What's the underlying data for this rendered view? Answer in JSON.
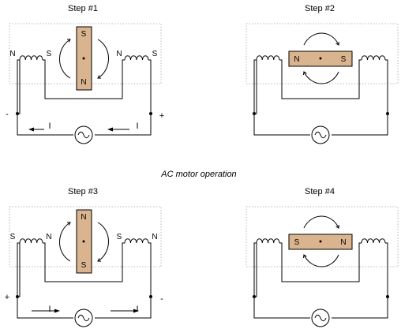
{
  "caption": "AC motor operation",
  "panels": [
    {
      "title": "Step #1",
      "rotor": "vertical",
      "rotor_top": "S",
      "rotor_bottom": "N",
      "left_coil_outer": "N",
      "left_coil_inner": "S",
      "right_coil_inner": "N",
      "right_coil_outer": "S",
      "left_terminal": "-",
      "right_terminal": "+",
      "current_label": "I",
      "current_direction": "left"
    },
    {
      "title": "Step #2",
      "rotor": "horizontal",
      "rotor_left": "N",
      "rotor_right": "S"
    },
    {
      "title": "Step #3",
      "rotor": "vertical",
      "rotor_top": "N",
      "rotor_bottom": "S",
      "left_coil_outer": "S",
      "left_coil_inner": "N",
      "right_coil_inner": "S",
      "right_coil_outer": "N",
      "left_terminal": "+",
      "right_terminal": "-",
      "current_label": "I",
      "current_direction": "right"
    },
    {
      "title": "Step #4",
      "rotor": "horizontal",
      "rotor_left": "S",
      "rotor_right": "N"
    }
  ],
  "icons": {
    "source": "ac-source-icon",
    "rotation": "rotation-arrow-icon"
  }
}
